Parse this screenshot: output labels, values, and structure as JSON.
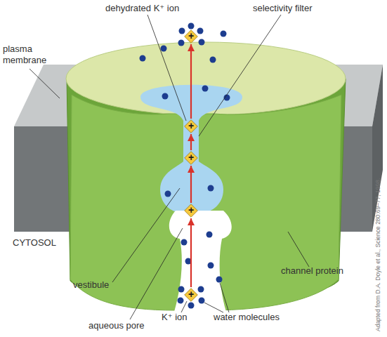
{
  "diagram": {
    "nodes": [
      {
        "text": [
          "+"
        ]
      },
      {
        "text": [
          "+"
        ]
      },
      {
        "text": [
          "+"
        ]
      },
      {
        "text": [
          "+"
        ]
      },
      {
        "text": [
          "+"
        ]
      }
    ],
    "edges": [
      {
        "from": 4,
        "to": 3,
        "arrow": "to"
      },
      {
        "from": 3,
        "to": 2,
        "arrow": "to"
      },
      {
        "from": 2,
        "to": 1,
        "arrow": "to"
      },
      {
        "from": 1,
        "to": 0,
        "arrow": "to"
      }
    ],
    "labels": [
      "dehydrated K⁺ ion",
      "selectivity filter",
      "plasma membrane",
      "CYTOSOL",
      "vestibule",
      "channel protein",
      "K⁺ ion",
      "water molecules",
      "aqueous pore",
      "Adapted from D.A. Doyle et al., Science 280:69–77, 1998."
    ]
  }
}
